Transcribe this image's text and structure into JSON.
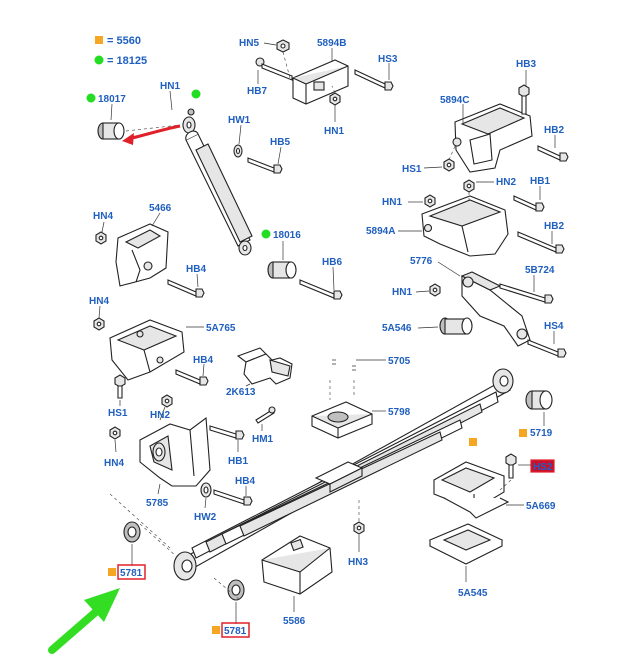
{
  "legend": {
    "items": [
      {
        "label": "= 5560",
        "color": "#f5a623",
        "shape": "square"
      },
      {
        "label": "= 18125",
        "color": "#22dd22",
        "shape": "circle"
      }
    ]
  },
  "colors": {
    "label_text": "#1f5fbf",
    "highlight_box": "#e0202a",
    "arrow_red": "#e0202a",
    "arrow_green": "#33dd22",
    "marker_orange": "#f5a623",
    "marker_green": "#22dd22"
  },
  "labels": {
    "hn5": "HN5",
    "p5894b": "5894B",
    "hs3_top": "HS3",
    "hb7": "HB7",
    "hn1_mid": "HN1",
    "hb3": "HB3",
    "p5894c": "5894C",
    "hb2_a": "HB2",
    "hs1_right": "HS1",
    "hn2_right": "HN2",
    "hb1_right": "HB1",
    "hn1_right": "HN1",
    "hb2_b": "HB2",
    "p5894a": "5894A",
    "p5776": "5776",
    "p5b724": "5B724",
    "hn1_lower": "HN1",
    "p5a546": "5A546",
    "hs4": "HS4",
    "p18017": "18017",
    "hn1_top": "HN1",
    "hw1": "HW1",
    "hb5": "HB5",
    "hn4_a": "HN4",
    "p5466": "5466",
    "p18016": "18016",
    "hb4_a": "HB4",
    "hb6": "HB6",
    "hn4_b": "HN4",
    "p5a765": "5A765",
    "hb4_b": "HB4",
    "p2k613": "2K613",
    "hs1_left": "HS1",
    "hn2_left": "HN2",
    "hm1": "HM1",
    "hn4_c": "HN4",
    "hb1_left": "HB1",
    "p5705": "5705",
    "p5798": "5798",
    "p5719": "5719",
    "p5785": "5785",
    "hb4_c": "HB4",
    "hw2": "HW2",
    "hn3": "HN3",
    "p5a669": "5A669",
    "p5781_a": "5781",
    "p5586": "5586",
    "p5a545": "5A545",
    "p5781_b": "5781",
    "hs2_box": "HS2"
  }
}
